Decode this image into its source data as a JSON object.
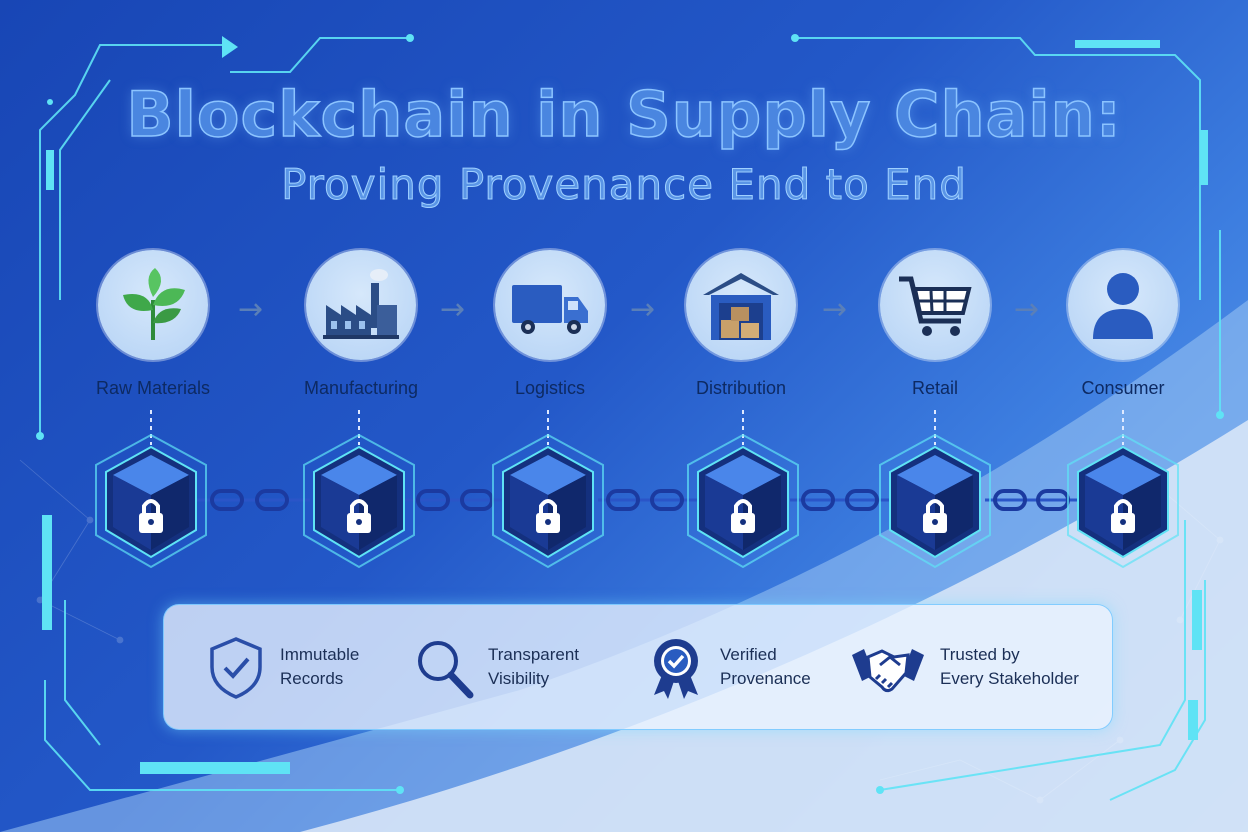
{
  "title": "Blockchain in Supply Chain:",
  "subtitle": "Proving Provenance End to End",
  "stages": [
    {
      "label": "Raw Materials",
      "icon": "plant-icon"
    },
    {
      "label": "Manufacturing",
      "icon": "factory-icon"
    },
    {
      "label": "Logistics",
      "icon": "truck-icon"
    },
    {
      "label": "Distribution",
      "icon": "warehouse-icon"
    },
    {
      "label": "Retail",
      "icon": "cart-icon"
    },
    {
      "label": "Consumer",
      "icon": "user-icon"
    }
  ],
  "blocks": [
    {
      "icon": "lock-icon"
    },
    {
      "icon": "lock-icon"
    },
    {
      "icon": "lock-icon"
    },
    {
      "icon": "lock-icon"
    },
    {
      "icon": "lock-icon"
    },
    {
      "icon": "lock-icon"
    }
  ],
  "features": [
    {
      "line1": "Immutable",
      "line2": "Records",
      "icon": "shield-check-icon"
    },
    {
      "line1": "Transparent",
      "line2": "Visibility",
      "icon": "magnifier-icon"
    },
    {
      "line1": "Verified",
      "line2": "Provenance",
      "icon": "badge-check-icon"
    },
    {
      "line1": "Trusted by",
      "line2": "Every Stakeholder",
      "icon": "handshake-icon"
    }
  ],
  "colors": {
    "background": "#2358c8",
    "accent_cyan": "#5fe3f5",
    "block_dark": "#14307e",
    "block_top": "#4a86ea",
    "text_dark": "#0d2a63"
  }
}
